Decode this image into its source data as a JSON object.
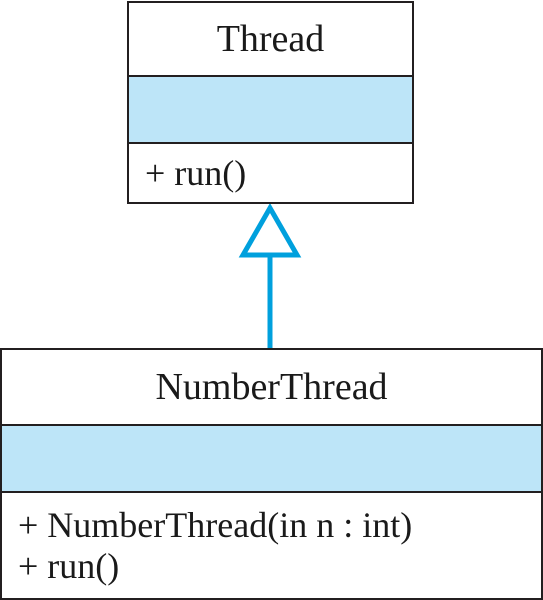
{
  "colors": {
    "border": "#231f20",
    "attribute_fill": "#bde5f8",
    "arrow": "#00a0dd"
  },
  "diagram": {
    "classes": [
      {
        "name": "Thread",
        "attributes": [],
        "operations": [
          "+  run()"
        ]
      },
      {
        "name": "NumberThread",
        "attributes": [],
        "operations": [
          "+  NumberThread(in n : int)",
          "+  run()"
        ]
      }
    ],
    "relationships": [
      {
        "type": "generalization",
        "from": "NumberThread",
        "to": "Thread"
      }
    ]
  }
}
